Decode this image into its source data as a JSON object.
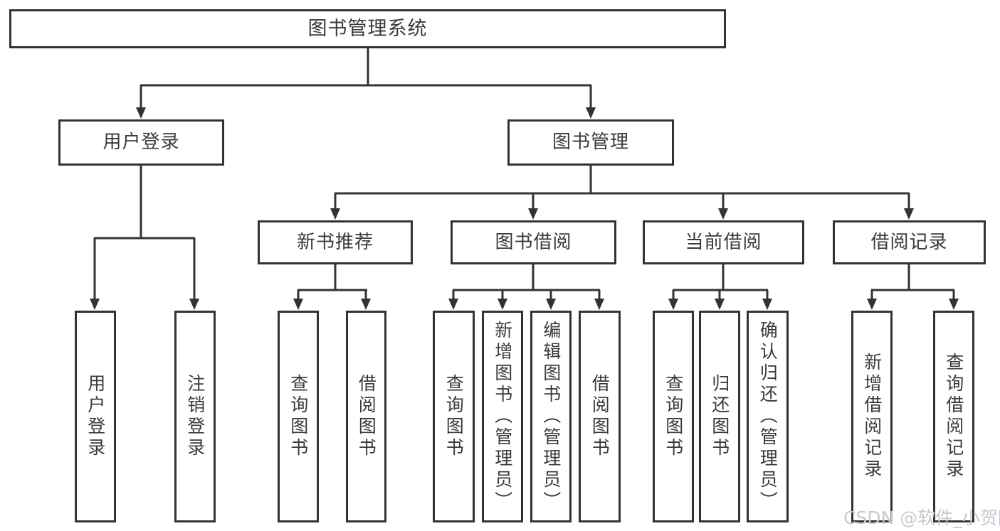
{
  "tree": {
    "root": {
      "label": "图书管理系统"
    },
    "level2": [
      {
        "label": "用户登录"
      },
      {
        "label": "图书管理"
      }
    ],
    "user_login_children": [
      {
        "label": "用户登录"
      },
      {
        "label": "注销登录"
      }
    ],
    "book_mgmt_children": [
      {
        "label": "新书推荐"
      },
      {
        "label": "图书借阅"
      },
      {
        "label": "当前借阅"
      },
      {
        "label": "借阅记录"
      }
    ],
    "new_book_children": [
      {
        "label": "查询图书"
      },
      {
        "label": "借阅图书"
      }
    ],
    "book_borrow_children": [
      {
        "label": "查询图书"
      },
      {
        "label": "新增图书（管理员）"
      },
      {
        "label": "编辑图书（管理员）"
      },
      {
        "label": "借阅图书"
      }
    ],
    "current_borrow_children": [
      {
        "label": "查询图书"
      },
      {
        "label": "归还图书"
      },
      {
        "label": "确认归还（管理员）"
      }
    ],
    "borrow_record_children": [
      {
        "label": "新增借阅记录"
      },
      {
        "label": "查询借阅记录"
      }
    ]
  },
  "watermark": {
    "text": "CSDN @软件_小贺同学"
  },
  "colors": {
    "line": "#333333",
    "box_border": "#333333",
    "box_background": "#ffffff",
    "text": "#3a3a3a",
    "watermark": "#c8c8d2"
  }
}
